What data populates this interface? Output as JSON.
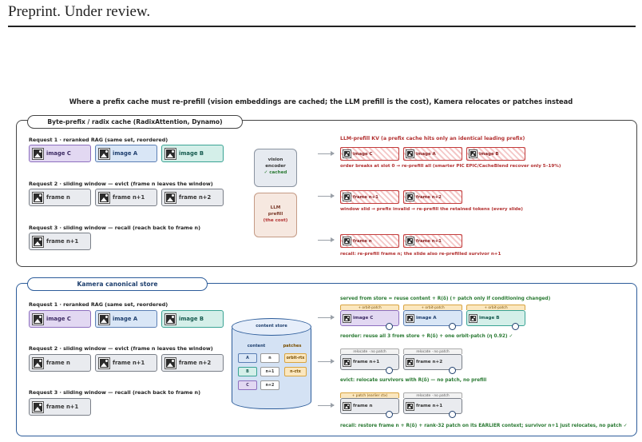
{
  "header": {
    "preprint": "Preprint. Under review."
  },
  "title": "Where a prefix cache must re-prefill (vision embeddings are cached; the LLM prefill is the cost), Kamera relocates or patches instead",
  "top_panel": {
    "tab": "Byte-prefix / radix cache (RadixAttention, Dynamo)",
    "req1": "Request 1 · reranked RAG (same set, reordered)",
    "req2": "Request 2 · sliding window — evict (frame n leaves the window)",
    "req3": "Request 3 · sliding window — recall (reach back to frame n)",
    "req1_tiles": [
      "image C",
      "image A",
      "image B"
    ],
    "req2_tiles": [
      "frame n",
      "frame n+1",
      "frame n+2"
    ],
    "req3_tiles": [
      "frame n+1"
    ],
    "vision_box": {
      "l1": "vision",
      "l2": "encoder",
      "l3": "✓ cached"
    },
    "llm_box": {
      "l1": "LLM",
      "l2": "prefill",
      "l3": "(the cost)"
    },
    "kv_header": "LLM-prefill KV (a prefix cache hits only an identical leading prefix)",
    "row1_out": [
      "image C",
      "image A",
      "image B"
    ],
    "row1_note": "order breaks at slot 0 → re-prefill all (smarter PIC EPIC/CacheBlend recover only 5–19%)",
    "row2_out": [
      "frame n+1",
      "frame n+2"
    ],
    "row2_note": "window slid → prefix invalid → re-prefill the retained tokens (every slide)",
    "row3_out": [
      "frame n",
      "frame n+1"
    ],
    "row3_note": "recall: re-prefill frame n; the slide also re-prefilled survivor n+1"
  },
  "bottom_panel": {
    "tab": "Kamera canonical store",
    "req1": "Request 1 · reranked RAG (same set, reordered)",
    "req2": "Request 2 · sliding window — evict (frame n leaves the window)",
    "req3": "Request 3 · sliding window — recall (reach back to frame n)",
    "req1_tiles": [
      "image C",
      "image A",
      "image B"
    ],
    "req2_tiles": [
      "frame n",
      "frame n+1",
      "frame n+2"
    ],
    "req3_tiles": [
      "frame n+1"
    ],
    "store": {
      "title": "content store",
      "content_label": "content",
      "patches_label": "patches",
      "cells": [
        "A",
        "n",
        "B",
        "n+1",
        "C",
        "n+2"
      ],
      "patches": [
        "orbit-rtx",
        "n-ctx"
      ]
    },
    "served_header": "served from store = reuse content + R(δ) (+ patch only if conditioning changed)",
    "row1_patch_labels": [
      "+ orbit-patch",
      "+ orbit-patch",
      "+ orbit-patch"
    ],
    "row1_out": [
      "image C",
      "image A",
      "image B"
    ],
    "row1_note": "reorder: reuse all 3 from store + R(δ) + one orbit-patch (η 0.92) ✓",
    "row2_patch_labels": [
      "relocate · no patch",
      "relocate · no patch"
    ],
    "row2_out": [
      "frame n+1",
      "frame n+2"
    ],
    "row2_note": "evict: relocate survivors with R(δ) — no patch, no prefill",
    "row3_patch_labels": [
      "+ patch (earlier ctx)",
      "relocate · no patch"
    ],
    "row3_out": [
      "frame n",
      "frame n+1"
    ],
    "row3_note": "recall: restore frame n + R(δ) + rank-32 patch on its EARLIER context; survivor n+1 just relocates, no patch ✓"
  },
  "colors": {
    "red": "#b23030",
    "green": "#2a7a33",
    "blue": "#2c5c9a",
    "orange": "#d9a440"
  }
}
